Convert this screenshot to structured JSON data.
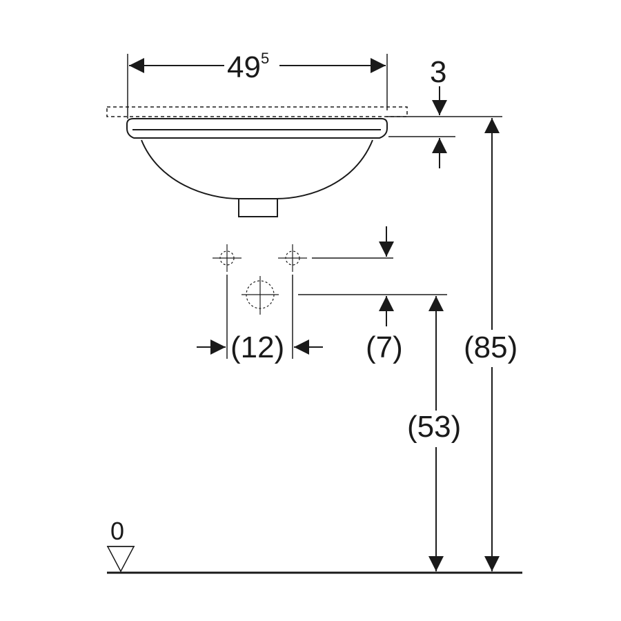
{
  "diagram": {
    "width_main": "49",
    "width_sup": "5",
    "rim_thickness": "3",
    "connection_spacing": "(12)",
    "connection_offset": "(7)",
    "drain_height": "(53)",
    "total_height": "(85)",
    "floor_level": "0"
  },
  "colors": {
    "line": "#1a1a1a",
    "background": "#ffffff"
  }
}
